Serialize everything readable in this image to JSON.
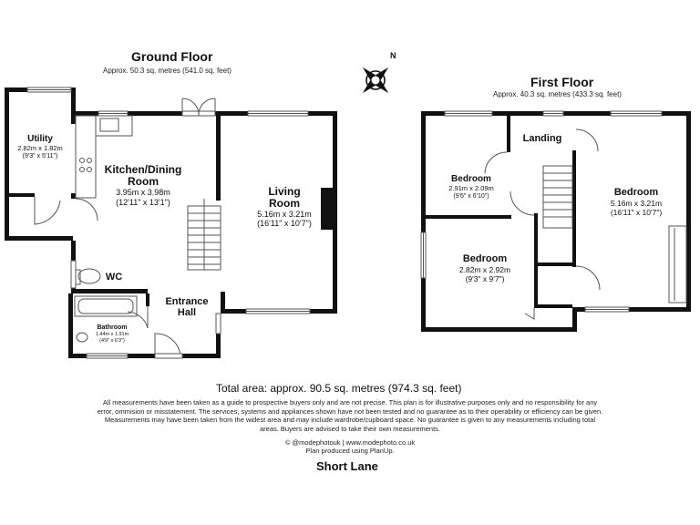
{
  "ground_floor": {
    "title": "Ground Floor",
    "area": "Approx. 50.3 sq. metres (541.0 sq. feet)",
    "rooms": {
      "utility": {
        "name": "Utility",
        "metric": "2.82m x 1.82m",
        "imperial": "(9'3\" x 5'11\")"
      },
      "kitchen": {
        "name": "Kitchen/Dining",
        "name2": "Room",
        "metric": "3.95m x 3.98m",
        "imperial": "(12'11\" x 13'1\")"
      },
      "living": {
        "name": "Living",
        "name2": "Room",
        "metric": "5.16m x 3.21m",
        "imperial": "(16'11\" x 10'7\")"
      },
      "wc": {
        "name": "WC"
      },
      "entrance": {
        "name": "Entrance",
        "name2": "Hall"
      },
      "bathroom": {
        "name": "Bathroom",
        "metric": "1.44m x 1.91m",
        "imperial": "(4'9\" x 6'3\")"
      }
    }
  },
  "first_floor": {
    "title": "First Floor",
    "area": "Approx. 40.3 sq. metres (433.3 sq. feet)",
    "rooms": {
      "landing": {
        "name": "Landing"
      },
      "bedroom_small": {
        "name": "Bedroom",
        "metric": "2.91m x 2.09m",
        "imperial": "(9'6\" x 6'10\")"
      },
      "bedroom_main": {
        "name": "Bedroom",
        "metric": "5.16m x 3.21m",
        "imperial": "(16'11\" x 10'7\")"
      },
      "bedroom_mid": {
        "name": "Bedroom",
        "metric": "2.82m x 2.92m",
        "imperial": "(9'3\" x 9'7\")"
      }
    }
  },
  "compass": {
    "label": "N"
  },
  "total_area": "Total area: approx. 90.5 sq. metres (974.3 sq. feet)",
  "disclaimer": "All measurements have been taken as a guide to prospective buyers only and are not precise. This plan is for illustrative purposes only and no responsibility for any error, ommision or misstatement. The services, systems and appliances shown have not been tested and no guarantee as to their operability or efficiency can be given. Measurements may have been taken from the widest area and may include wardrobe/cupboard space. No guarantee is given to any measurements including total areas. Buyers are advised to take their own measurements.",
  "credit_line1": "© @modephotouk | www.modephoto.co.uk",
  "credit_line2": "Plan produced using PlanUp.",
  "property_name": "Short Lane",
  "colors": {
    "wall": "#111111",
    "line": "#555555",
    "background": "#ffffff"
  }
}
